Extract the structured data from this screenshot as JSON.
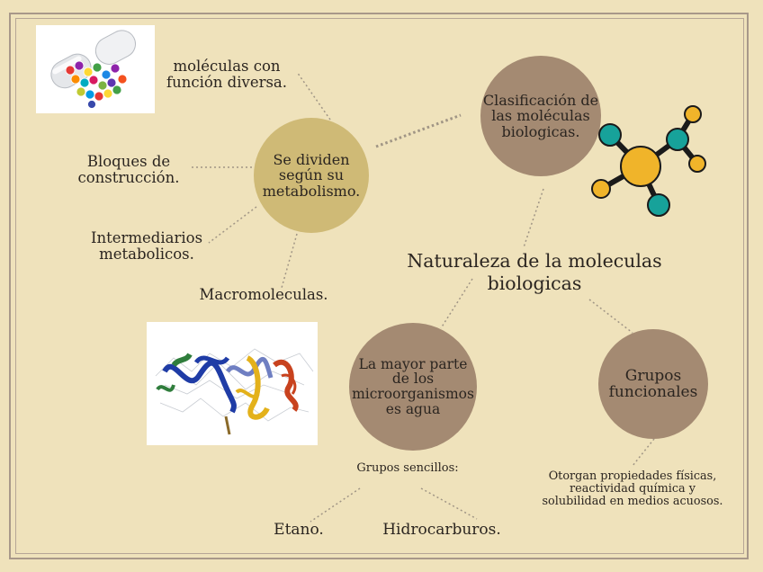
{
  "title": "Naturaleza de la moleculas biologicas",
  "nodes": {
    "clasificacion": "Clasificación de las moléculas biologicas.",
    "se_dividen": "Se dividen según su metabolismo.",
    "mayor_parte": "La mayor parte de los microorganismos es agua",
    "grupos_funcionales": "Grupos funcionales"
  },
  "labels": {
    "moleculas_funcion": "moléculas con función diversa.",
    "bloques": "Bloques de construcción.",
    "intermediarios": "Intermediarios metabolicos.",
    "macromoleculas": "Macromoleculas.",
    "grupos_sencillos": "Grupos sencillos:",
    "etano": "Etano.",
    "hidrocarburos": "Hidrocarburos.",
    "otorgan": "Otorgan propiedades físicas, reactividad química y solubilidad en medios acuosos."
  },
  "colors": {
    "background": "#efe2bb",
    "circle_brown": "#a48a72",
    "circle_gold": "#cfba76",
    "molecule_teal": "#17a29a",
    "molecule_yellow": "#f0b42a"
  }
}
